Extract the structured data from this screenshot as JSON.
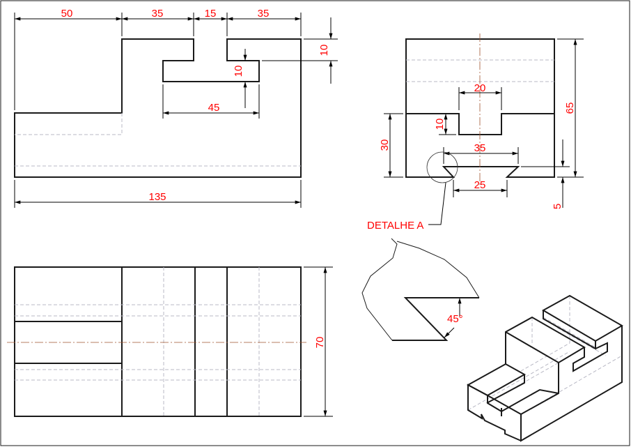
{
  "front_view": {
    "dims": [
      "50",
      "35",
      "15",
      "35",
      "10",
      "10",
      "45",
      "135"
    ]
  },
  "side_view": {
    "dims": [
      "20",
      "65",
      "10",
      "30",
      "35",
      "25",
      "5"
    ]
  },
  "top_view": {
    "dims": [
      "70"
    ]
  },
  "detail": {
    "label": "DETALHE A",
    "angle": "45°"
  },
  "colors": {
    "dimension_text": "#ff0000",
    "outline": "#1a1a1a",
    "hidden": "#b8b8c4"
  }
}
